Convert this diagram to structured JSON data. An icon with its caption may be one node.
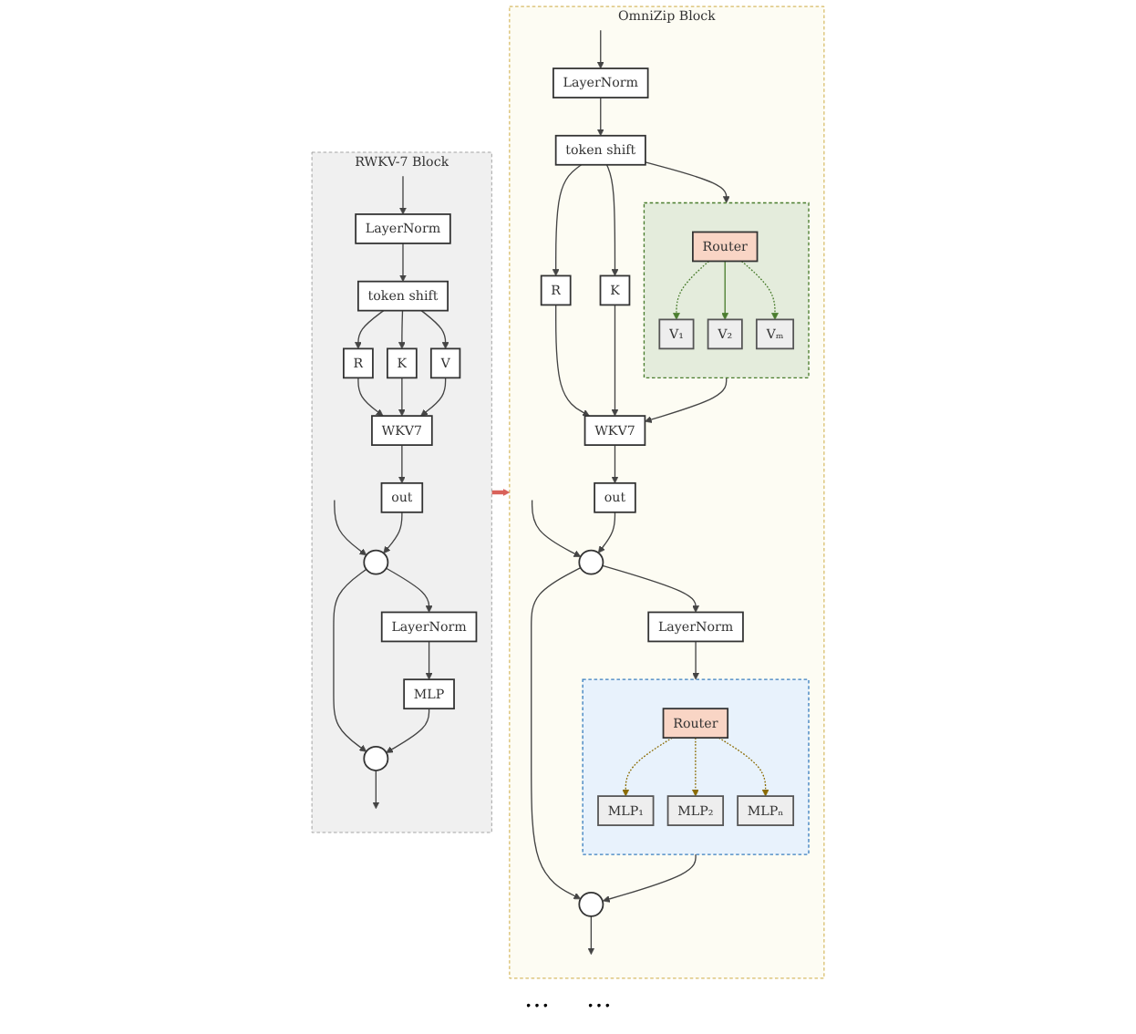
{
  "diagram": {
    "nodes": [
      {
        "text": [
          "RWKV-7 Block"
        ]
      },
      {
        "text": [
          "LayerNorm"
        ],
        "in": 0
      },
      {
        "text": [
          "token shift"
        ],
        "in": 0
      },
      {
        "text": [
          "R"
        ],
        "in": 0
      },
      {
        "text": [
          "K"
        ],
        "in": 0
      },
      {
        "text": [
          "V"
        ],
        "in": 0
      },
      {
        "text": [
          "WKV7"
        ],
        "in": 0
      },
      {
        "text": [
          "out"
        ],
        "in": 0
      },
      {
        "text": [],
        "shape": "circle",
        "in": 0
      },
      {
        "text": [
          "LayerNorm"
        ],
        "in": 0
      },
      {
        "text": [
          "MLP"
        ],
        "in": 0
      },
      {
        "text": [],
        "shape": "circle",
        "in": 0
      },
      {
        "text": [
          "OmniZip Block"
        ]
      },
      {
        "text": [
          "LayerNorm"
        ],
        "in": 12
      },
      {
        "text": [
          "token shift"
        ],
        "in": 12
      },
      {
        "text": [
          "R"
        ],
        "in": 12
      },
      {
        "text": [
          "K"
        ],
        "in": 12
      },
      {
        "text": [],
        "shape": "box",
        "in": 12
      },
      {
        "text": [
          "Router"
        ],
        "in": 17
      },
      {
        "text": [
          "V₁"
        ],
        "in": 17
      },
      {
        "text": [
          "V₂"
        ],
        "in": 17
      },
      {
        "text": [
          "Vₘ"
        ],
        "in": 17
      },
      {
        "text": [
          "WKV7"
        ],
        "in": 12
      },
      {
        "text": [
          "out"
        ],
        "in": 12
      },
      {
        "text": [],
        "shape": "circle",
        "in": 12
      },
      {
        "text": [
          "LayerNorm"
        ],
        "in": 12
      },
      {
        "text": [],
        "shape": "box",
        "in": 12
      },
      {
        "text": [
          "Router"
        ],
        "in": 26
      },
      {
        "text": [
          "MLP₁"
        ],
        "in": 26
      },
      {
        "text": [
          "MLP₂"
        ],
        "in": 26
      },
      {
        "text": [
          "MLPₙ"
        ],
        "in": 26
      },
      {
        "text": [],
        "shape": "circle",
        "in": 12
      }
    ],
    "edges": [
      {
        "from": null,
        "to": 1,
        "arrow": "to"
      },
      {
        "from": null,
        "to": 8,
        "arrow": "to"
      },
      {
        "from": 1,
        "to": 2,
        "arrow": "to"
      },
      {
        "from": 2,
        "to": 3,
        "arrow": "to"
      },
      {
        "from": 2,
        "to": 4,
        "arrow": "to"
      },
      {
        "from": 2,
        "to": 5,
        "arrow": "to"
      },
      {
        "from": 3,
        "to": 6,
        "arrow": "to"
      },
      {
        "from": 4,
        "to": 6,
        "arrow": "to"
      },
      {
        "from": 5,
        "to": 6,
        "arrow": "to"
      },
      {
        "from": 6,
        "to": 7,
        "arrow": "to"
      },
      {
        "from": 7,
        "to": 8,
        "arrow": "to"
      },
      {
        "from": 8,
        "to": 9,
        "arrow": "to"
      },
      {
        "from": 8,
        "to": 11,
        "arrow": "to"
      },
      {
        "from": 9,
        "to": 10,
        "arrow": "to"
      },
      {
        "from": 10,
        "to": 11,
        "arrow": "to"
      },
      {
        "from": 11,
        "to": null,
        "arrow": "to"
      },
      {
        "from": 0,
        "to": 12,
        "arrow": "to",
        "style": "thick",
        "color": "#d9625a"
      },
      {
        "from": null,
        "to": 13,
        "arrow": "to"
      },
      {
        "from": null,
        "to": 24,
        "arrow": "to"
      },
      {
        "from": 13,
        "to": 14,
        "arrow": "to"
      },
      {
        "from": 14,
        "to": 15,
        "arrow": "to"
      },
      {
        "from": 14,
        "to": 16,
        "arrow": "to"
      },
      {
        "from": 14,
        "to": 17,
        "arrow": "to"
      },
      {
        "from": 18,
        "to": 19,
        "arrow": "to",
        "style": "dashed",
        "color": "#4a7d2e"
      },
      {
        "from": 18,
        "to": 20,
        "arrow": "to",
        "color": "#4a7d2e"
      },
      {
        "from": 18,
        "to": 21,
        "arrow": "to",
        "style": "dashed",
        "color": "#4a7d2e"
      },
      {
        "from": 15,
        "to": 22,
        "arrow": "to"
      },
      {
        "from": 16,
        "to": 22,
        "arrow": "to"
      },
      {
        "from": 17,
        "to": 22,
        "arrow": "to"
      },
      {
        "from": 22,
        "to": 23,
        "arrow": "to"
      },
      {
        "from": 23,
        "to": 24,
        "arrow": "to"
      },
      {
        "from": 24,
        "to": 25,
        "arrow": "to"
      },
      {
        "from": 24,
        "to": 31,
        "arrow": "to"
      },
      {
        "from": 25,
        "to": 26,
        "arrow": "to"
      },
      {
        "from": 27,
        "to": 28,
        "arrow": "to",
        "style": "dashed",
        "color": "#8a6a00"
      },
      {
        "from": 27,
        "to": 29,
        "arrow": "to",
        "style": "dashed",
        "color": "#8a6a00"
      },
      {
        "from": 27,
        "to": 30,
        "arrow": "to",
        "style": "dashed",
        "color": "#8a6a00"
      },
      {
        "from": 26,
        "to": 31,
        "arrow": "to"
      },
      {
        "from": 31,
        "to": null,
        "arrow": "to"
      }
    ],
    "labels": [
      "…",
      "…"
    ]
  }
}
